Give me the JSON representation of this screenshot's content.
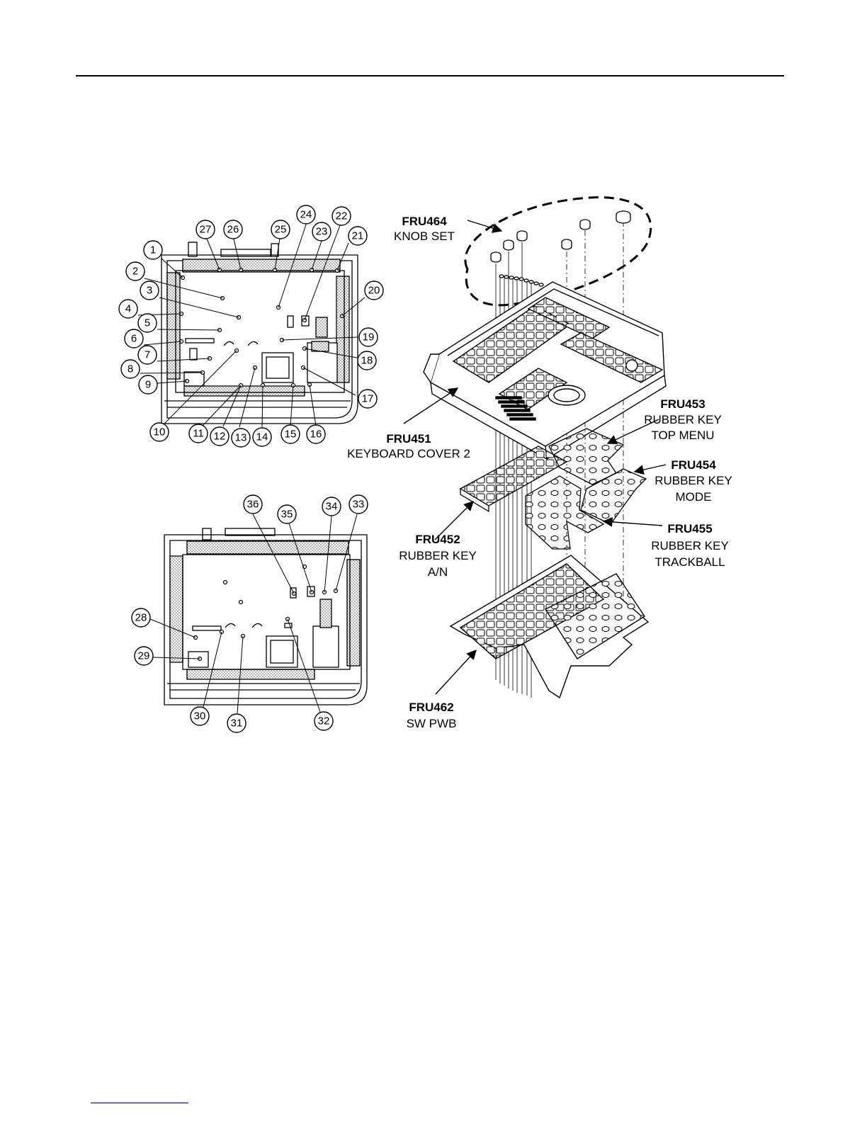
{
  "callouts_top": [
    "1",
    "2",
    "3",
    "4",
    "5",
    "6",
    "7",
    "8",
    "9",
    "10",
    "11",
    "12",
    "13",
    "14",
    "15",
    "16",
    "17",
    "18",
    "19",
    "20",
    "21",
    "22",
    "23",
    "24",
    "25",
    "26",
    "27"
  ],
  "callouts_bottom": [
    "28",
    "29",
    "30",
    "31",
    "32",
    "33",
    "34",
    "35",
    "36"
  ],
  "fru": {
    "knob": {
      "code": "FRU464",
      "name": "KNOB SET"
    },
    "cover": {
      "code": "FRU451",
      "name": "KEYBOARD COVER 2"
    },
    "top_menu": {
      "code": "FRU453",
      "name1": "RUBBER KEY",
      "name2": "TOP MENU"
    },
    "mode": {
      "code": "FRU454",
      "name1": "RUBBER KEY",
      "name2": "MODE"
    },
    "trackball": {
      "code": "FRU455",
      "name1": "RUBBER KEY",
      "name2": "TRACKBALL"
    },
    "an": {
      "code": "FRU452",
      "name1": "RUBBER KEY",
      "name2": "A/N"
    },
    "pwb": {
      "code": "FRU462",
      "name": "SW PWB"
    }
  }
}
